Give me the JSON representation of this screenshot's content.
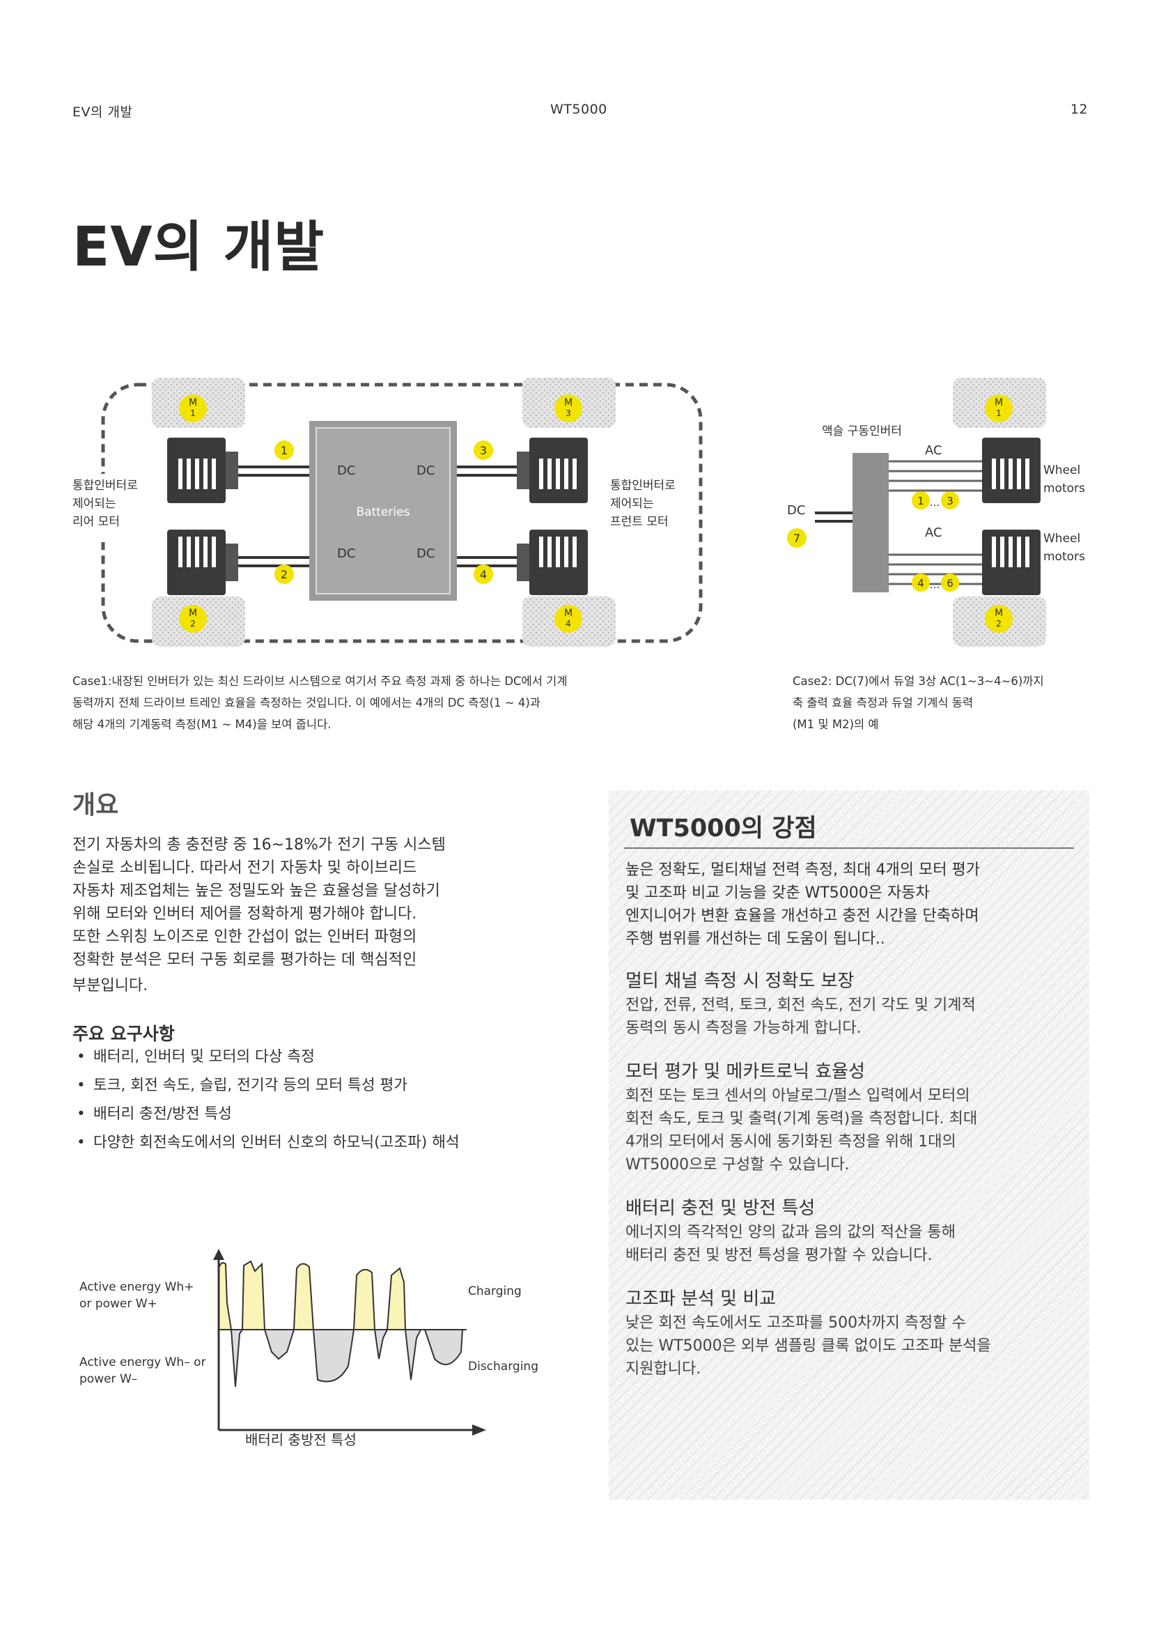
{
  "header": {
    "left": "EV의 개발",
    "center": "WT5000",
    "page_number": "12"
  },
  "title": "EV의 개발",
  "figure1": {
    "motors": [
      {
        "letter": "M",
        "num": "1"
      },
      {
        "letter": "M",
        "num": "2"
      },
      {
        "letter": "M",
        "num": "3"
      },
      {
        "letter": "M",
        "num": "4"
      }
    ],
    "points": [
      "1",
      "2",
      "3",
      "4"
    ],
    "dc": "DC",
    "battery": "Batteries",
    "rear_label": [
      "통합인버터로",
      "제어되는",
      "리어 모터"
    ],
    "front_label": [
      "통합인버터로",
      "제어되는",
      "프런트 모터"
    ]
  },
  "figure2": {
    "inverter_label": "액슬 구동인버터",
    "ac": "AC",
    "dc": "DC",
    "dc_point": "7",
    "range_top": [
      "1",
      "...",
      "3"
    ],
    "range_bottom": [
      "4",
      "...",
      "6"
    ],
    "wheel_motors": [
      "Wheel",
      "motors"
    ],
    "motors": [
      {
        "letter": "M",
        "num": "1"
      },
      {
        "letter": "M",
        "num": "2"
      }
    ]
  },
  "captions": {
    "case1": [
      "Case1:내장된 인버터가 있는 최신 드라이브 시스템으로 여기서 주요 측정 과제 중 하나는 DC에서 기계",
      "동력까지 전체 드라이브 트레인 효율을 측정하는 것입니다. 이 예에서는 4개의 DC 측정(1 ~ 4)과",
      "해당 4개의 기계동력 측정(M1 ~ M4)을 보여 줍니다."
    ],
    "case2": [
      "Case2: DC(7)에서 듀얼 3상 AC(1~3~4~6)까지",
      "축 출력 효율 측정과 듀얼 기계식 동력",
      "(M1 및 M2)의 예"
    ]
  },
  "overview": {
    "title": "개요",
    "lines": [
      "전기 자동차의 총 충전량 중 16~18%가 전기 구동 시스템",
      "손실로 소비됩니다. 따라서 전기 자동차 및 하이브리드",
      "자동차 제조업체는 높은 정밀도와 높은 효율성을 달성하기",
      "위해 모터와 인버터 제어를 정확하게 평가해야 합니다.",
      " 또한 스위칭 노이즈로 인한 간섭이 없는 인버터 파형의",
      "정확한 분석은 모터 구동 회로를 평가하는 데 핵심적인",
      "부분입니다."
    ]
  },
  "requirements": {
    "title": "주요 요구사항",
    "items": [
      "배터리, 인버터 및 모터의 다상 측정",
      "토크, 회전 속도, 슬립, 전기각 등의 모터 특성 평가",
      "배터리 충전/방전 특성",
      "다양한 회전속도에서의 인버터 신호의 하모닉(고조파) 해석"
    ]
  },
  "chart": {
    "label_positive": [
      "Active energy Wh+",
      "or power W+"
    ],
    "label_negative": [
      "Active energy Wh– or",
      "power W–"
    ],
    "charging": "Charging",
    "discharging": "Discharging",
    "caption": "배터리 충방전 특성"
  },
  "strengths": {
    "title": "WT5000의 강점",
    "intro": [
      "높은 정확도, 멀티채널 전력 측정, 최대 4개의 모터 평가",
      "및 고조파 비교 기능을 갖춘 WT5000은 자동차",
      "엔지니어가 변환 효율을 개선하고 충전 시간을 단축하며",
      "주행 범위를 개선하는 데 도움이 됩니다.."
    ],
    "features": [
      {
        "title": "멀티 채널 측정 시 정확도 보장",
        "lines": [
          "전압, 전류, 전력, 토크, 회전 속도, 전기 각도 및 기계적",
          "동력의 동시 측정을 가능하게 합니다."
        ]
      },
      {
        "title": "모터 평가 및 메카트로닉 효율성",
        "lines": [
          "회전 또는 토크 센서의 아날로그/펄스 입력에서 모터의",
          "회전 속도, 토크 및 출력(기계 동력)을 측정합니다. 최대",
          "4개의 모터에서 동시에 동기화된 측정을 위해 1대의",
          "WT5000으로 구성할 수 있습니다."
        ]
      },
      {
        "title": "배터리 충전 및 방전 특성",
        "lines": [
          "에너지의 즉각적인 양의 값과 음의 값의 적산을 통해",
          "배터리 충전 및 방전 특성을 평가할 수 있습니다."
        ]
      },
      {
        "title": "고조파 분석 및 비교",
        "lines": [
          "낮은 회전 속도에서도 고조파를 500차까지 측정할 수",
          "있는 WT5000은 외부 샘플링 클록 없이도 고조파 분석을",
          "지원합니다."
        ]
      }
    ]
  }
}
